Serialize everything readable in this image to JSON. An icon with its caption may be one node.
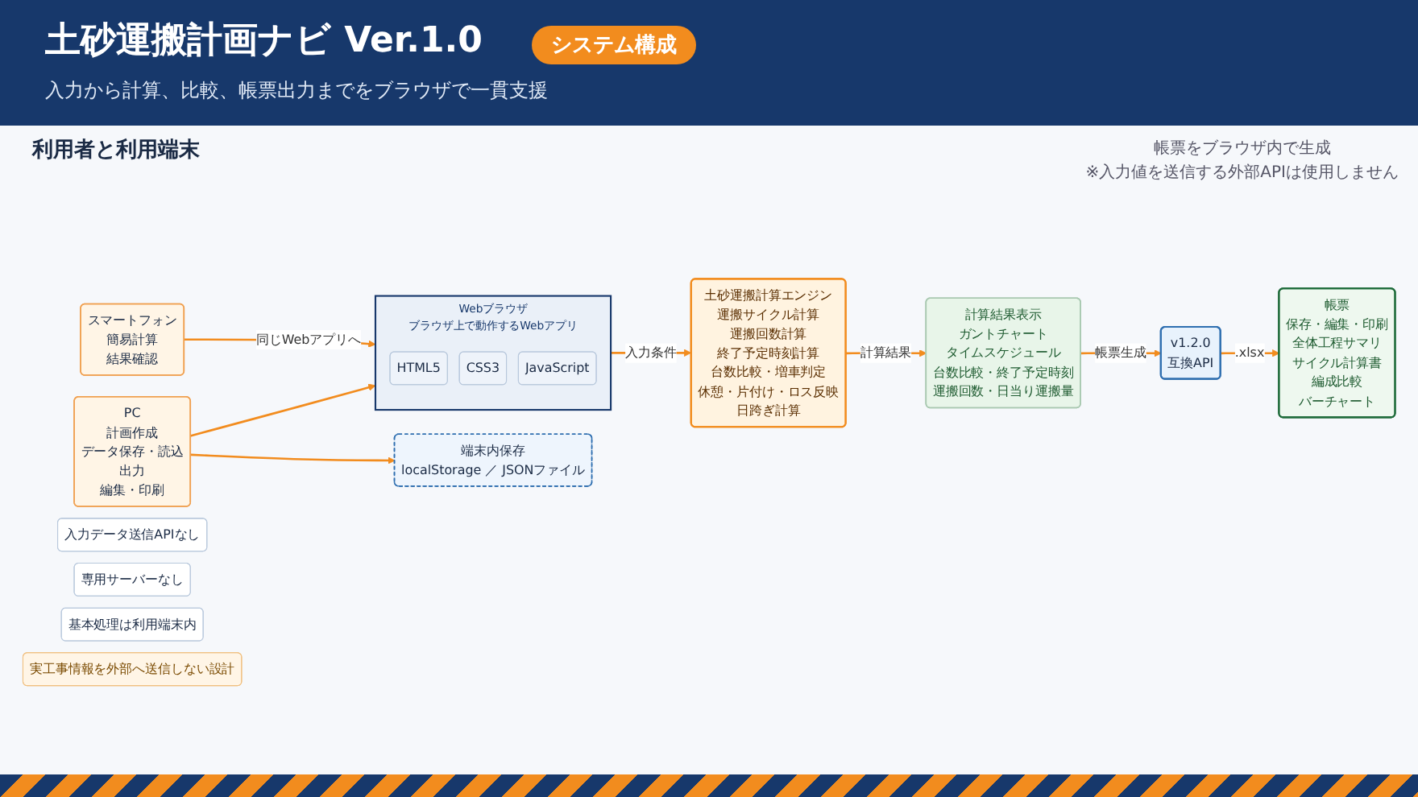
{
  "diagram": {
    "title": "土砂運搬計画ナビ Ver.1.0",
    "caption": "入力から計算、比較、帳票出力までをブラウザで一貫支援",
    "nodes": [
      {
        "text": [
          "スマートフォン",
          "簡易計算",
          "結果確認"
        ]
      },
      {
        "text": [
          "PC",
          "計画作成",
          "データ保存・読込",
          "出力",
          "編集・印刷"
        ]
      },
      {
        "text": [
          "端末内保存",
          "localStorage ／ JSONファイル"
        ]
      },
      {
        "text": [
          "Webブラウザ",
          "ブラウザ上で動作するWebアプリ"
        ]
      },
      {
        "text": [
          "HTML5"
        ],
        "in": 3
      },
      {
        "text": [
          "CSS3"
        ],
        "in": 3
      },
      {
        "text": [
          "JavaScript"
        ],
        "in": 3
      },
      {
        "text": [
          "土砂運搬計算エンジン",
          "運搬サイクル計算",
          "運搬回数計算",
          "終了予定時刻計算",
          "台数比較・増車判定",
          "休憩・片付け・ロス反映",
          "日跨ぎ計算"
        ]
      },
      {
        "text": [
          "計算結果表示",
          "ガントチャート",
          "タイムスケジュール",
          "台数比較・終了予定時刻",
          "運搬回数・日当り運搬量"
        ]
      },
      {
        "text": [
          "v1.2.0",
          "互換API"
        ]
      },
      {
        "text": [
          "帳票",
          "保存・編集・印刷",
          "全体工程サマリ",
          "サイクル計算書",
          "編成比較",
          "バーチャート"
        ]
      },
      {
        "text": [
          "入力データ送信APIなし"
        ]
      },
      {
        "text": [
          "専用サーバーなし"
        ]
      },
      {
        "text": [
          "基本処理は利用端末内"
        ]
      },
      {
        "text": [
          "実工事情報を外部へ送信しない設計"
        ]
      }
    ],
    "edges": [
      {
        "from": 0,
        "to": 3,
        "arrow": "to",
        "label": "同じWebアプリへ"
      },
      {
        "from": 1,
        "to": 3,
        "arrow": "to"
      },
      {
        "from": 1,
        "to": 2,
        "arrow": "to"
      },
      {
        "from": 3,
        "to": 7,
        "arrow": "to",
        "label": "入力条件"
      },
      {
        "from": 7,
        "to": 8,
        "arrow": "to",
        "label": "計算結果"
      },
      {
        "from": 8,
        "to": 9,
        "arrow": "to",
        "label": "帳票生成"
      },
      {
        "from": 9,
        "to": 10,
        "arrow": "to",
        "label": ".xlsx"
      }
    ],
    "labels": [
      "システム構成",
      "利用者と利用端末",
      "帳票をブラウザ内で生成",
      "※入力値を送信する外部APIは使用しません"
    ]
  }
}
